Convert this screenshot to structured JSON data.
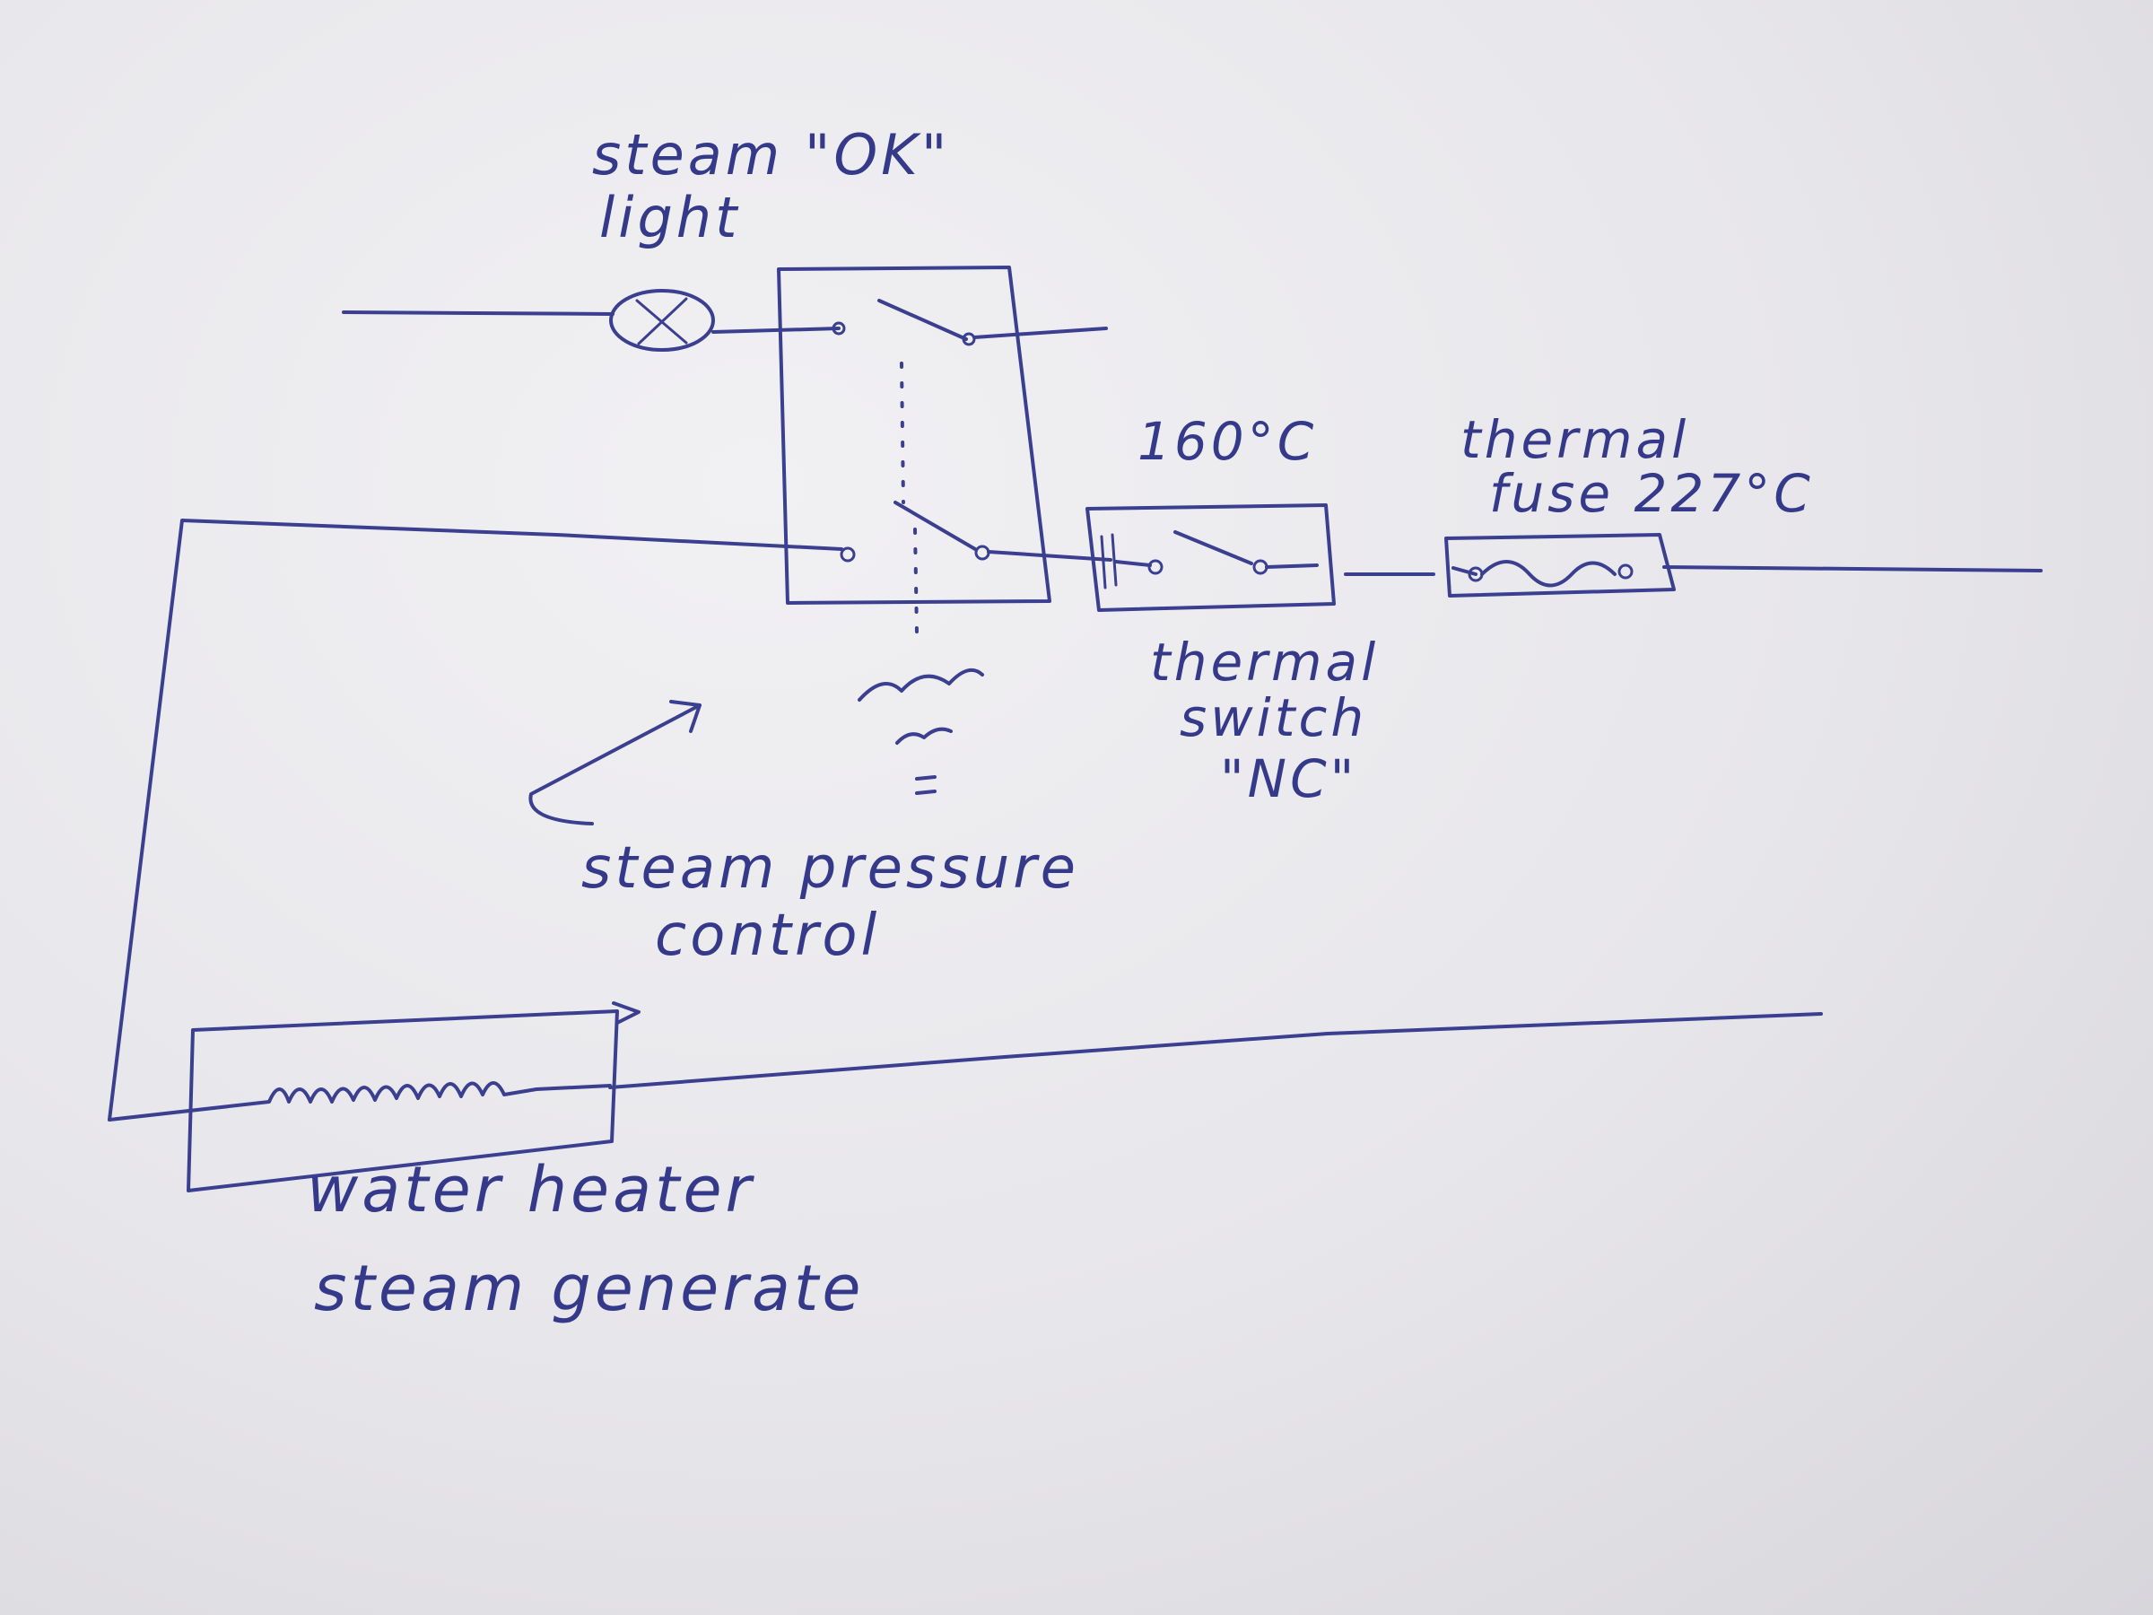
{
  "labels": {
    "light_line1": "steam \"OK\"",
    "light_line2": "light",
    "temp_160": "160°C",
    "fuse_line1": "thermal",
    "fuse_line2": "fuse 227°C",
    "switch_line1": "thermal",
    "switch_line2": "switch",
    "switch_line3": "\"NC\"",
    "pressure_line1": "steam pressure",
    "pressure_line2": "control",
    "heater_line1": "water heater",
    "heater_line2": "steam generate"
  },
  "colors": {
    "ink": "#3a3f8f",
    "paper": "#e9e8ec"
  },
  "components": [
    "lamp-icon",
    "pressure-switch",
    "thermal-switch",
    "thermal-fuse",
    "heater-element"
  ]
}
